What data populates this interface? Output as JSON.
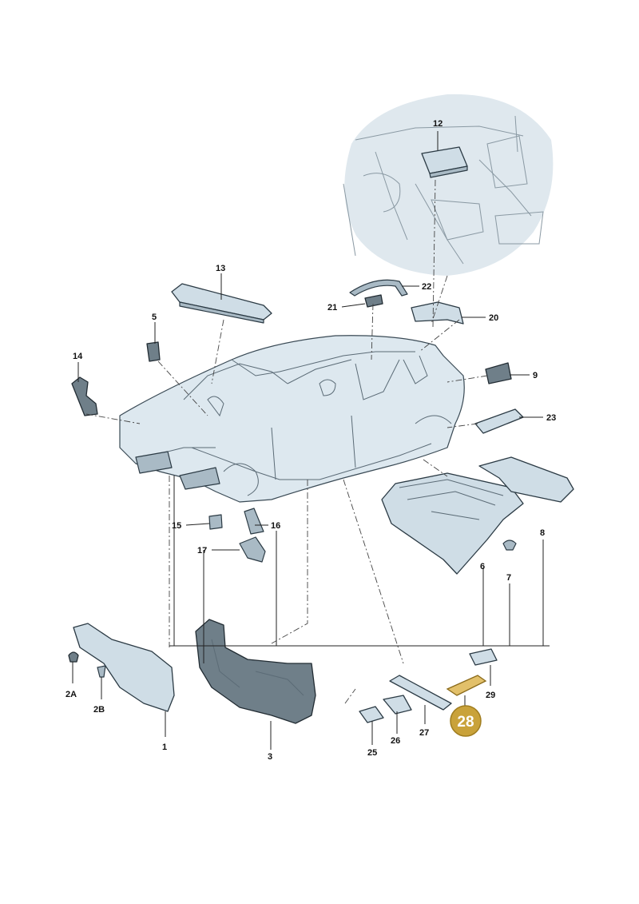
{
  "labels": {
    "p1": "1",
    "p2a": "2A",
    "p2b": "2B",
    "p3": "3",
    "p5": "5",
    "p6": "6",
    "p7": "7",
    "p8": "8",
    "p9": "9",
    "p12": "12",
    "p13": "13",
    "p14": "14",
    "p15": "15",
    "p16": "16",
    "p17": "17",
    "p20": "20",
    "p21": "21",
    "p22": "22",
    "p23": "23",
    "p25": "25",
    "p26": "26",
    "p27": "27",
    "p28": "28",
    "p29": "29"
  },
  "colors": {
    "highlight": "#c9a23a",
    "highlight_part": "#e2c06a"
  }
}
